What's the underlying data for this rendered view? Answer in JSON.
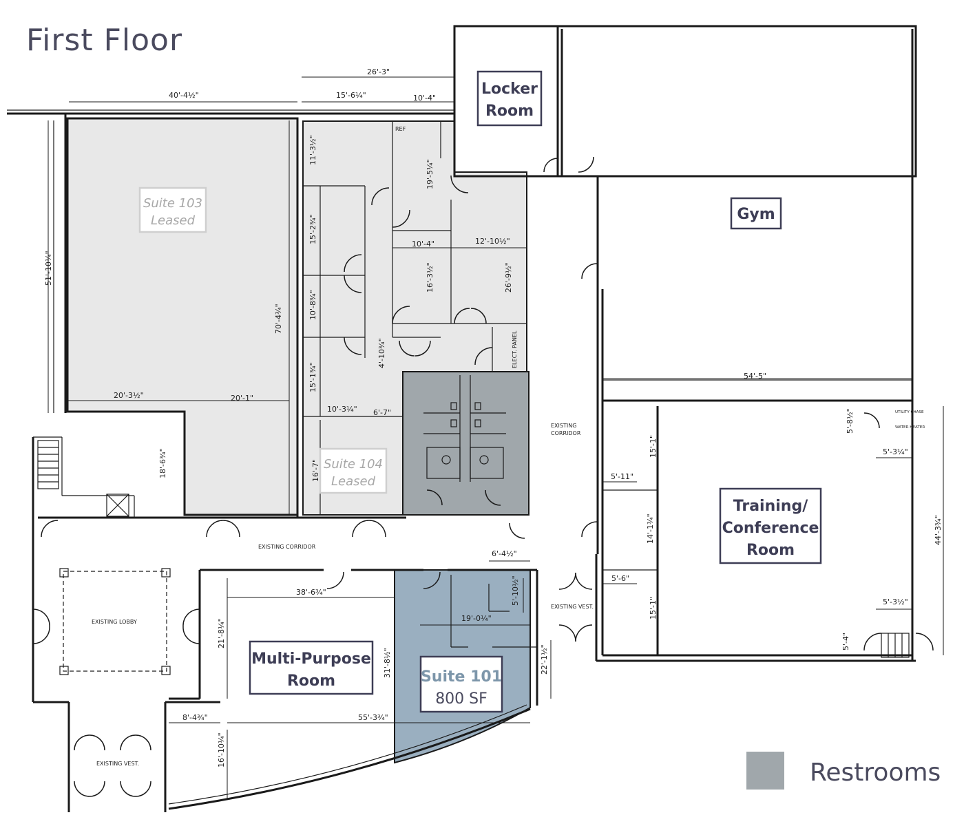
{
  "title": "First Floor",
  "rooms": {
    "locker_room": {
      "line1": "Locker",
      "line2": "Room"
    },
    "gym": "Gym",
    "training": {
      "line1": "Training/",
      "line2": "Conference",
      "line3": "Room"
    },
    "multi_purpose": {
      "line1": "Multi-Purpose",
      "line2": "Room"
    },
    "suite_101": {
      "name": "Suite 101",
      "area": "800 SF"
    },
    "suite_103": {
      "name": "Suite 103",
      "status": "Leased"
    },
    "suite_104": {
      "name": "Suite 104",
      "status": "Leased"
    }
  },
  "labels": {
    "existing_corridor_h": "EXISTING CORRIDOR",
    "existing_corridor_v1": "EXISTING",
    "existing_corridor_v2": "CORRIDOR",
    "existing_lobby": "EXISTING LOBBY",
    "existing_vest_right": "EXISTING VEST.",
    "existing_vest_bottom": "EXISTING VEST.",
    "ref": "REF",
    "elect_panel": "ELECT. PANEL",
    "utility_chase": "UTILITY CHASE",
    "water_heater": "WATER HEATER"
  },
  "dimensions": {
    "d1": "40'-4½\"",
    "d2": "26'-3\"",
    "d3": "15'-6¼\"",
    "d4": "10'-4\"",
    "d5": "51'-10¼\"",
    "d6": "11'-3½\"",
    "d7": "19'-5¼\"",
    "d8": "15'-2¾\"",
    "d9": "10'-4\"",
    "d10": "12'-10½\"",
    "d11": "16'-3½\"",
    "d12": "26'-9½\"",
    "d13": "10'-8¾\"",
    "d14": "70'-4¾\"",
    "d15": "4'-10¾\"",
    "d16": "15'-1¾\"",
    "d17": "20'-3½\"",
    "d18": "20'-1\"",
    "d19": "10'-3¼\"",
    "d20": "6'-7\"",
    "d21": "18'-6¾\"",
    "d22": "16'-7\"",
    "d23": "54'-5\"",
    "d24": "5'-8½\"",
    "d25": "5'-3¼\"",
    "d26": "15'-1\"",
    "d27": "5'-11\"",
    "d28": "14'-1¾\"",
    "d29": "44'-3¾\"",
    "d30": "5'-6\"",
    "d31": "15'-1\"",
    "d32": "5'-3½\"",
    "d33": "5'-4\"",
    "d34": "6'-4½\"",
    "d35": "38'-6¾\"",
    "d36": "5'-10½\"",
    "d37": "19'-0¼\"",
    "d38": "21'-8¼\"",
    "d39": "31'-8½\"",
    "d40": "22'-1½\"",
    "d41": "8'-4¾\"",
    "d42": "55'-3¾\"",
    "d43": "16'-10¼\""
  },
  "legend": {
    "label": "Restrooms",
    "color": "#a0a7ab"
  },
  "colors": {
    "leased_fill": "#e8e8e8",
    "restroom_fill": "#a0a7ab",
    "suite101_fill": "#9aafc0",
    "wall": "#1a1a1a"
  }
}
